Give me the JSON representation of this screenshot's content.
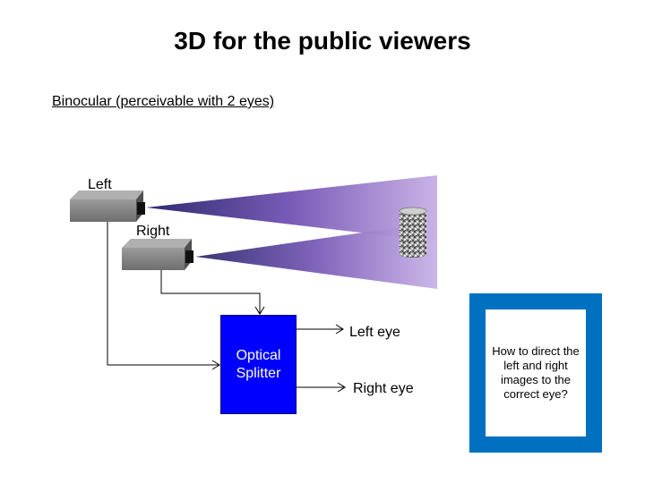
{
  "title": "3D for the public viewers",
  "subtitle": "Binocular (perceivable with 2 eyes)",
  "cameras": {
    "left_label": "Left",
    "right_label": "Right"
  },
  "splitter": {
    "line1": "Optical",
    "line2": "Splitter"
  },
  "outputs": {
    "left_eye": "Left eye",
    "right_eye": "Right eye"
  },
  "question": "How to direct the left and right images to the correct eye?",
  "colors": {
    "beam": "#6a4fa8",
    "splitter": "#0000ff",
    "question_border": "#0070c0"
  }
}
